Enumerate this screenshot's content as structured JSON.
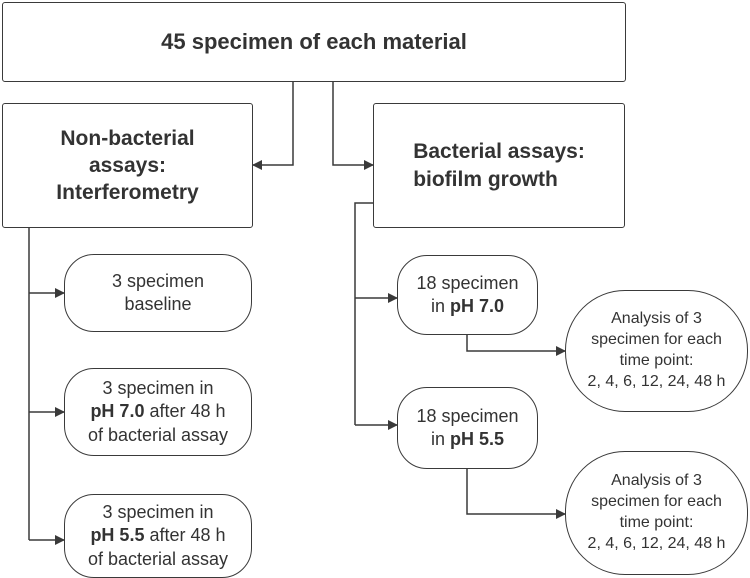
{
  "top_box": {
    "label": "45 specimen of each material"
  },
  "left_branch": {
    "header_lines": [
      "Non-bacterial",
      "assays:",
      "Interferometry"
    ],
    "items": [
      {
        "lines": [
          {
            "text": "3 specimen"
          },
          {
            "text": "baseline"
          }
        ]
      },
      {
        "lines": [
          {
            "text": "3 specimen in"
          },
          {
            "bold": "pH 7.0",
            "text": " after 48 h"
          },
          {
            "text": "of bacterial assay"
          }
        ]
      },
      {
        "lines": [
          {
            "text": "3 specimen in"
          },
          {
            "bold": "pH 5.5",
            "text": " after 48 h"
          },
          {
            "text": "of bacterial assay"
          }
        ]
      }
    ]
  },
  "right_branch": {
    "header_lines": [
      "Bacterial assays:",
      "biofilm growth"
    ],
    "items": [
      {
        "lines": [
          {
            "text": "18 specimen"
          },
          {
            "text": "in ",
            "bold": "pH 7.0"
          }
        ]
      },
      {
        "lines": [
          {
            "text": "18 specimen"
          },
          {
            "text": "in ",
            "bold": "pH 5.5"
          }
        ]
      }
    ],
    "analysis": [
      {
        "lines": [
          "Analysis of 3",
          "specimen for each",
          "time point:",
          "2, 4, 6, 12, 24, 48 h"
        ]
      },
      {
        "lines": [
          "Analysis of 3",
          "specimen for each",
          "time point:",
          "2, 4, 6, 12, 24, 48 h"
        ]
      }
    ]
  },
  "colors": {
    "stroke": "#3a3a3a",
    "text": "#333333",
    "background": "#ffffff"
  }
}
